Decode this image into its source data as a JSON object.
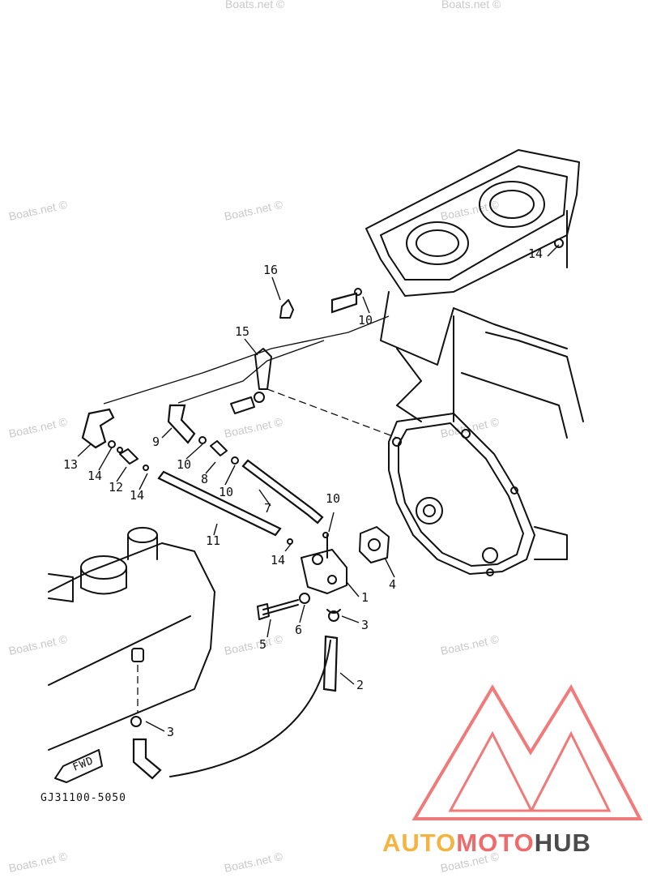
{
  "diagram": {
    "part_number": "GJ31100-5050",
    "fwd_label": "FWD",
    "callouts": [
      {
        "id": "c1",
        "text": "1"
      },
      {
        "id": "c2",
        "text": "2"
      },
      {
        "id": "c3a",
        "text": "3"
      },
      {
        "id": "c3b",
        "text": "3"
      },
      {
        "id": "c4",
        "text": "4"
      },
      {
        "id": "c5",
        "text": "5"
      },
      {
        "id": "c6",
        "text": "6"
      },
      {
        "id": "c7",
        "text": "7"
      },
      {
        "id": "c8",
        "text": "8"
      },
      {
        "id": "c9",
        "text": "9"
      },
      {
        "id": "c10a",
        "text": "10"
      },
      {
        "id": "c10b",
        "text": "10"
      },
      {
        "id": "c10c",
        "text": "10"
      },
      {
        "id": "c10d",
        "text": "10"
      },
      {
        "id": "c11",
        "text": "11"
      },
      {
        "id": "c12",
        "text": "12"
      },
      {
        "id": "c13",
        "text": "13"
      },
      {
        "id": "c14a",
        "text": "14"
      },
      {
        "id": "c14b",
        "text": "14"
      },
      {
        "id": "c14c",
        "text": "14"
      },
      {
        "id": "c14d",
        "text": "14"
      },
      {
        "id": "c15",
        "text": "15"
      },
      {
        "id": "c16",
        "text": "16"
      }
    ]
  },
  "watermark": {
    "text": "Boats.net ©"
  },
  "logo": {
    "part1": "AUTO",
    "part2": "MOTO",
    "part3": "HUB",
    "colors": {
      "auto": "#f3b441",
      "moto": "#ef6b6b",
      "hub": "#4c4c4c",
      "triangle": "#ef6b6b"
    }
  }
}
